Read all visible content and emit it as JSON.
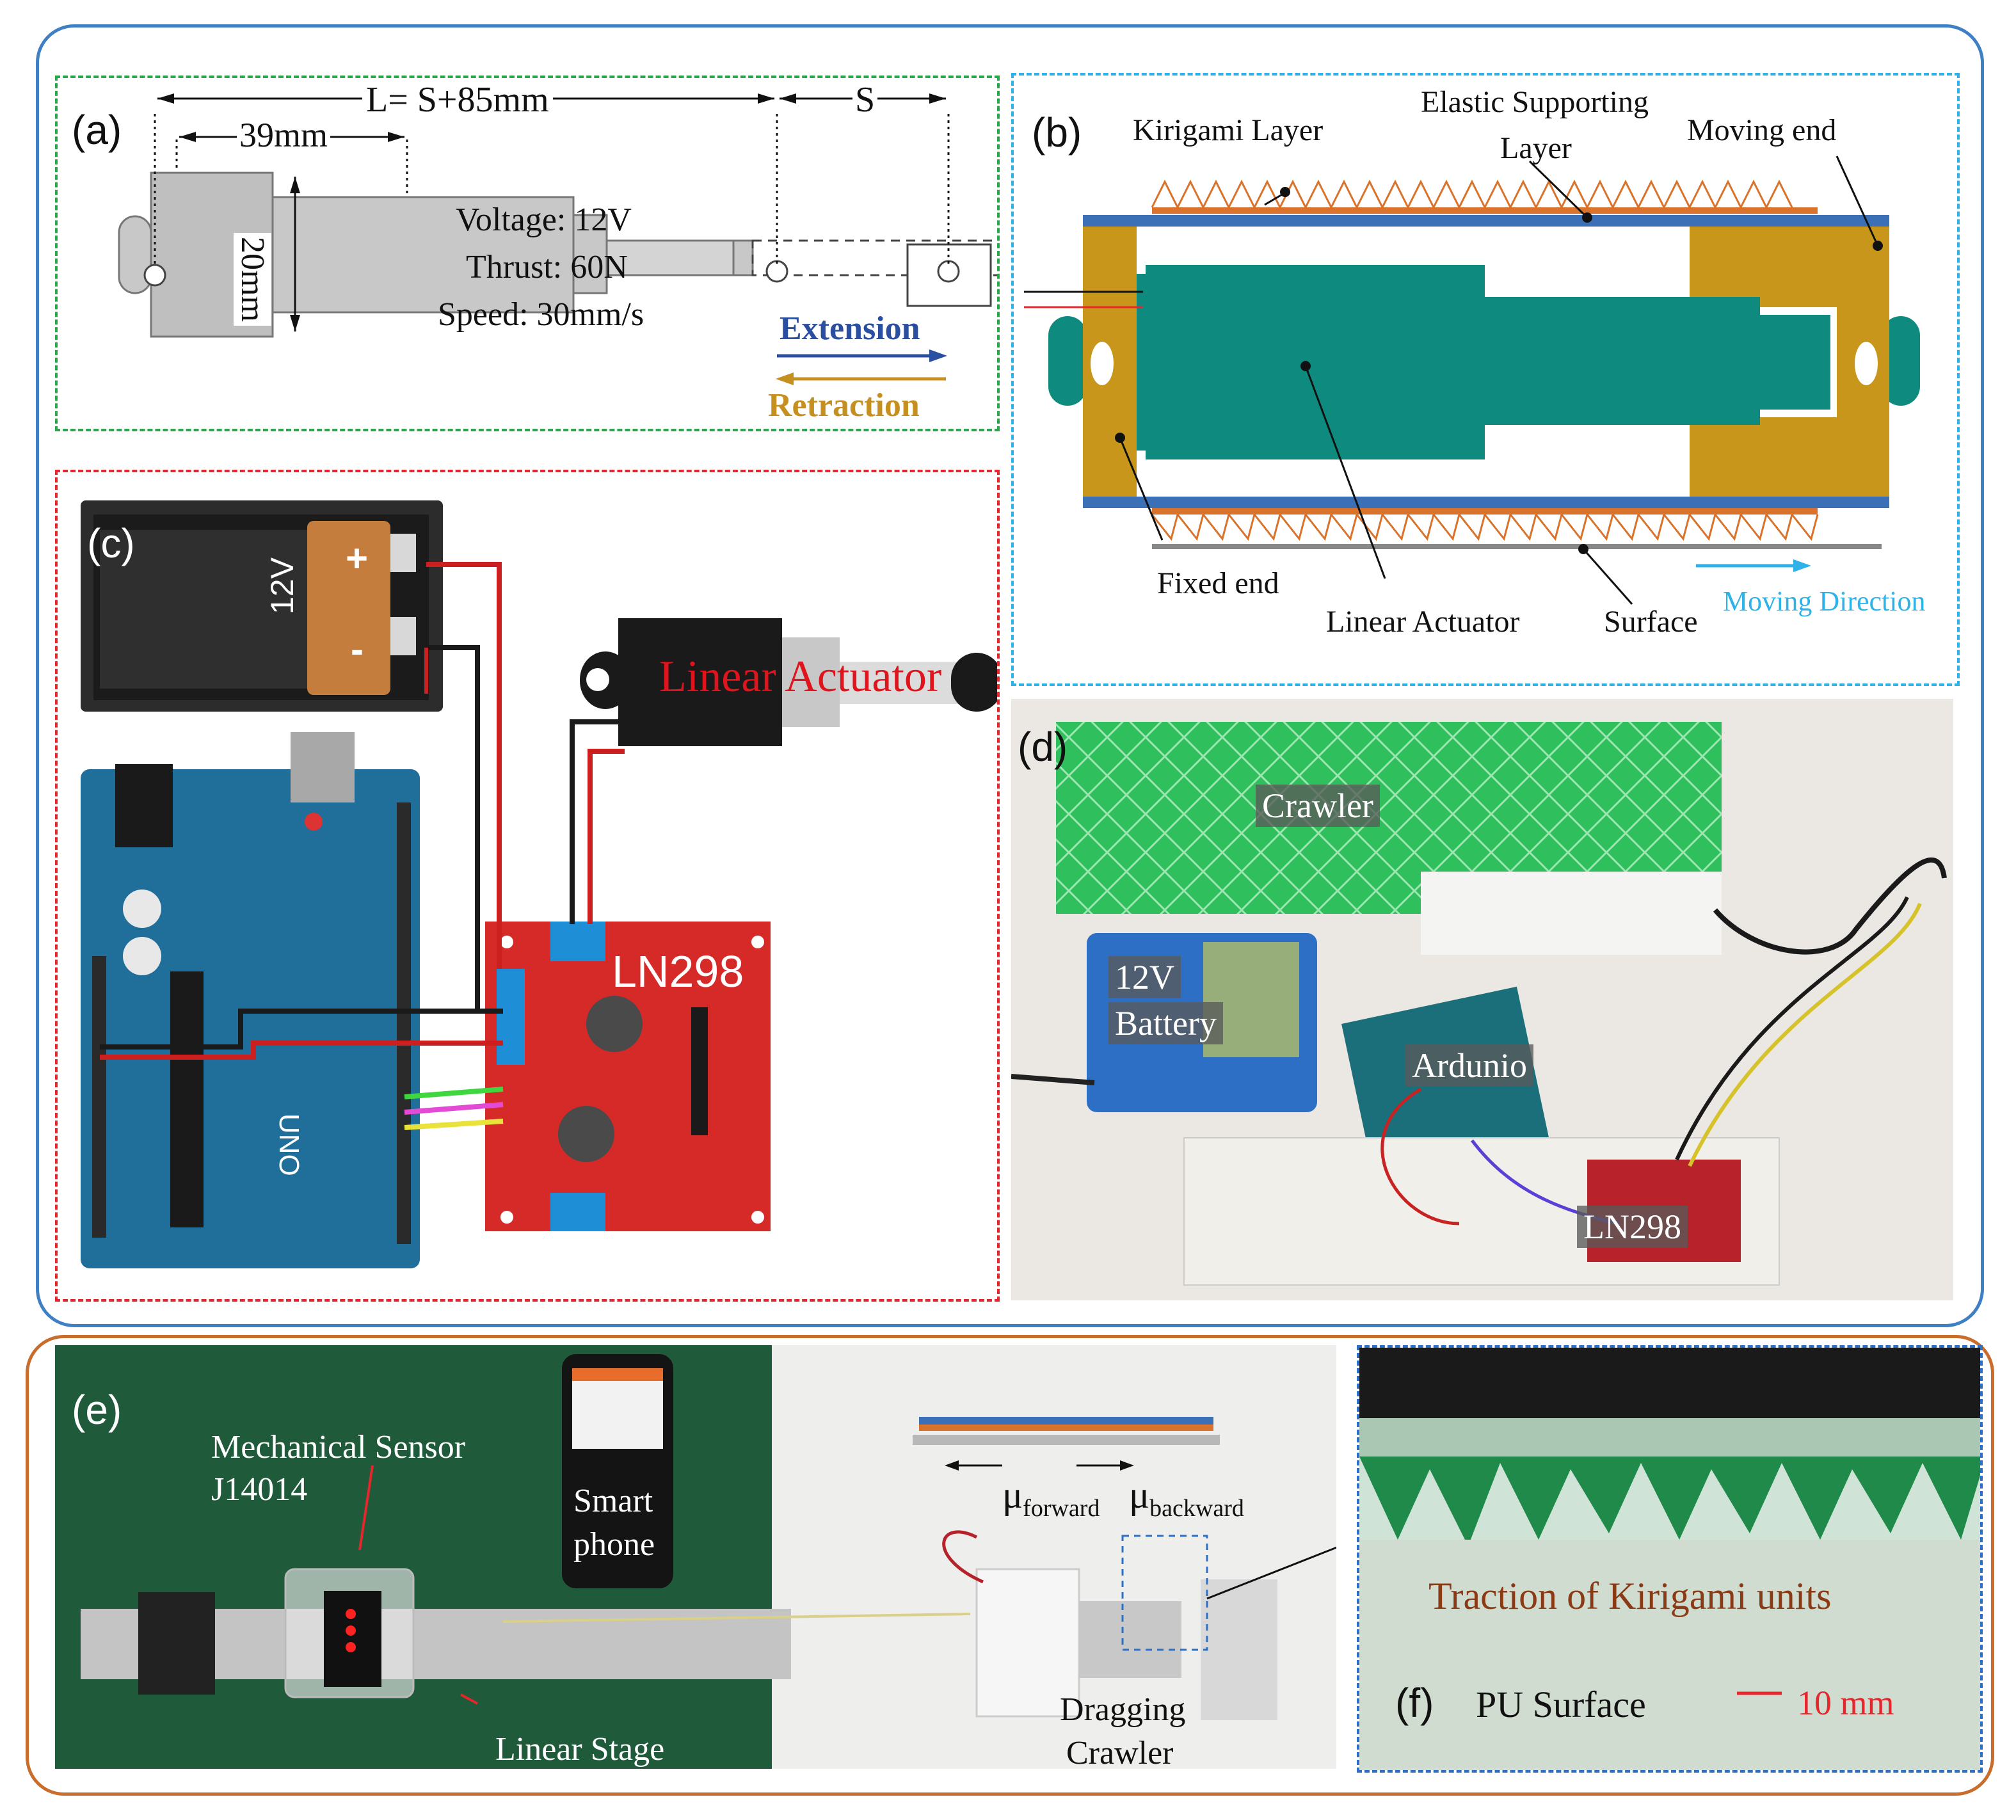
{
  "panel_labels": {
    "a": "(a)",
    "b": "(b)",
    "c": "(c)",
    "d": "(d)",
    "e": "(e)",
    "f": "(f)"
  },
  "panel_a": {
    "length_formula": "L= S+85mm",
    "stroke": "S",
    "body_length": "39mm",
    "height": "20mm",
    "voltage": "Voltage: 12V",
    "thrust": "Thrust: 60N",
    "speed": "Speed: 30mm/s",
    "extension": "Extension",
    "retraction": "Retraction"
  },
  "panel_b": {
    "kirigami_layer": "Kirigami Layer",
    "elastic_line1": "Elastic Supporting",
    "elastic_line2": "Layer",
    "moving_end": "Moving end",
    "fixed_end": "Fixed end",
    "linear_actuator": "Linear Actuator",
    "surface": "Surface",
    "moving_direction": "Moving Direction"
  },
  "panel_c": {
    "battery_voltage": "12V",
    "battery_plus": "+",
    "battery_minus": "-",
    "linear_actuator": "Linear Actuator",
    "driver": "LN298",
    "uno": "UNO"
  },
  "panel_d": {
    "crawler": "Crawler",
    "battery_line1": "12V",
    "battery_line2": "Battery",
    "arduino": "Ardunio",
    "driver": "LN298"
  },
  "panel_e": {
    "sensor_line1": "Mechanical Sensor",
    "sensor_line2": "J14014",
    "phone_line1": "Smart",
    "phone_line2": "phone",
    "linear_stage": "Linear Stage",
    "mu_forward": "μ",
    "mu_forward_sub": "forward",
    "mu_backward": "μ",
    "mu_backward_sub": "backward",
    "dragging_line1": "Dragging",
    "dragging_line2": "Crawler"
  },
  "panel_f": {
    "traction": "Traction  of Kirigami units",
    "surface": "PU Surface",
    "scale": "10 mm"
  },
  "colors": {
    "blue_frame": "#3f7fc4",
    "orange_frame": "#c96d2c",
    "teal": "#0e8a7f",
    "gold": "#c9961c",
    "kirigami": "#d9722a",
    "extension": "#2b4fa0",
    "retraction": "#c69020",
    "driver_red": "#d62a28",
    "arduino_blue": "#1f6f9a"
  }
}
